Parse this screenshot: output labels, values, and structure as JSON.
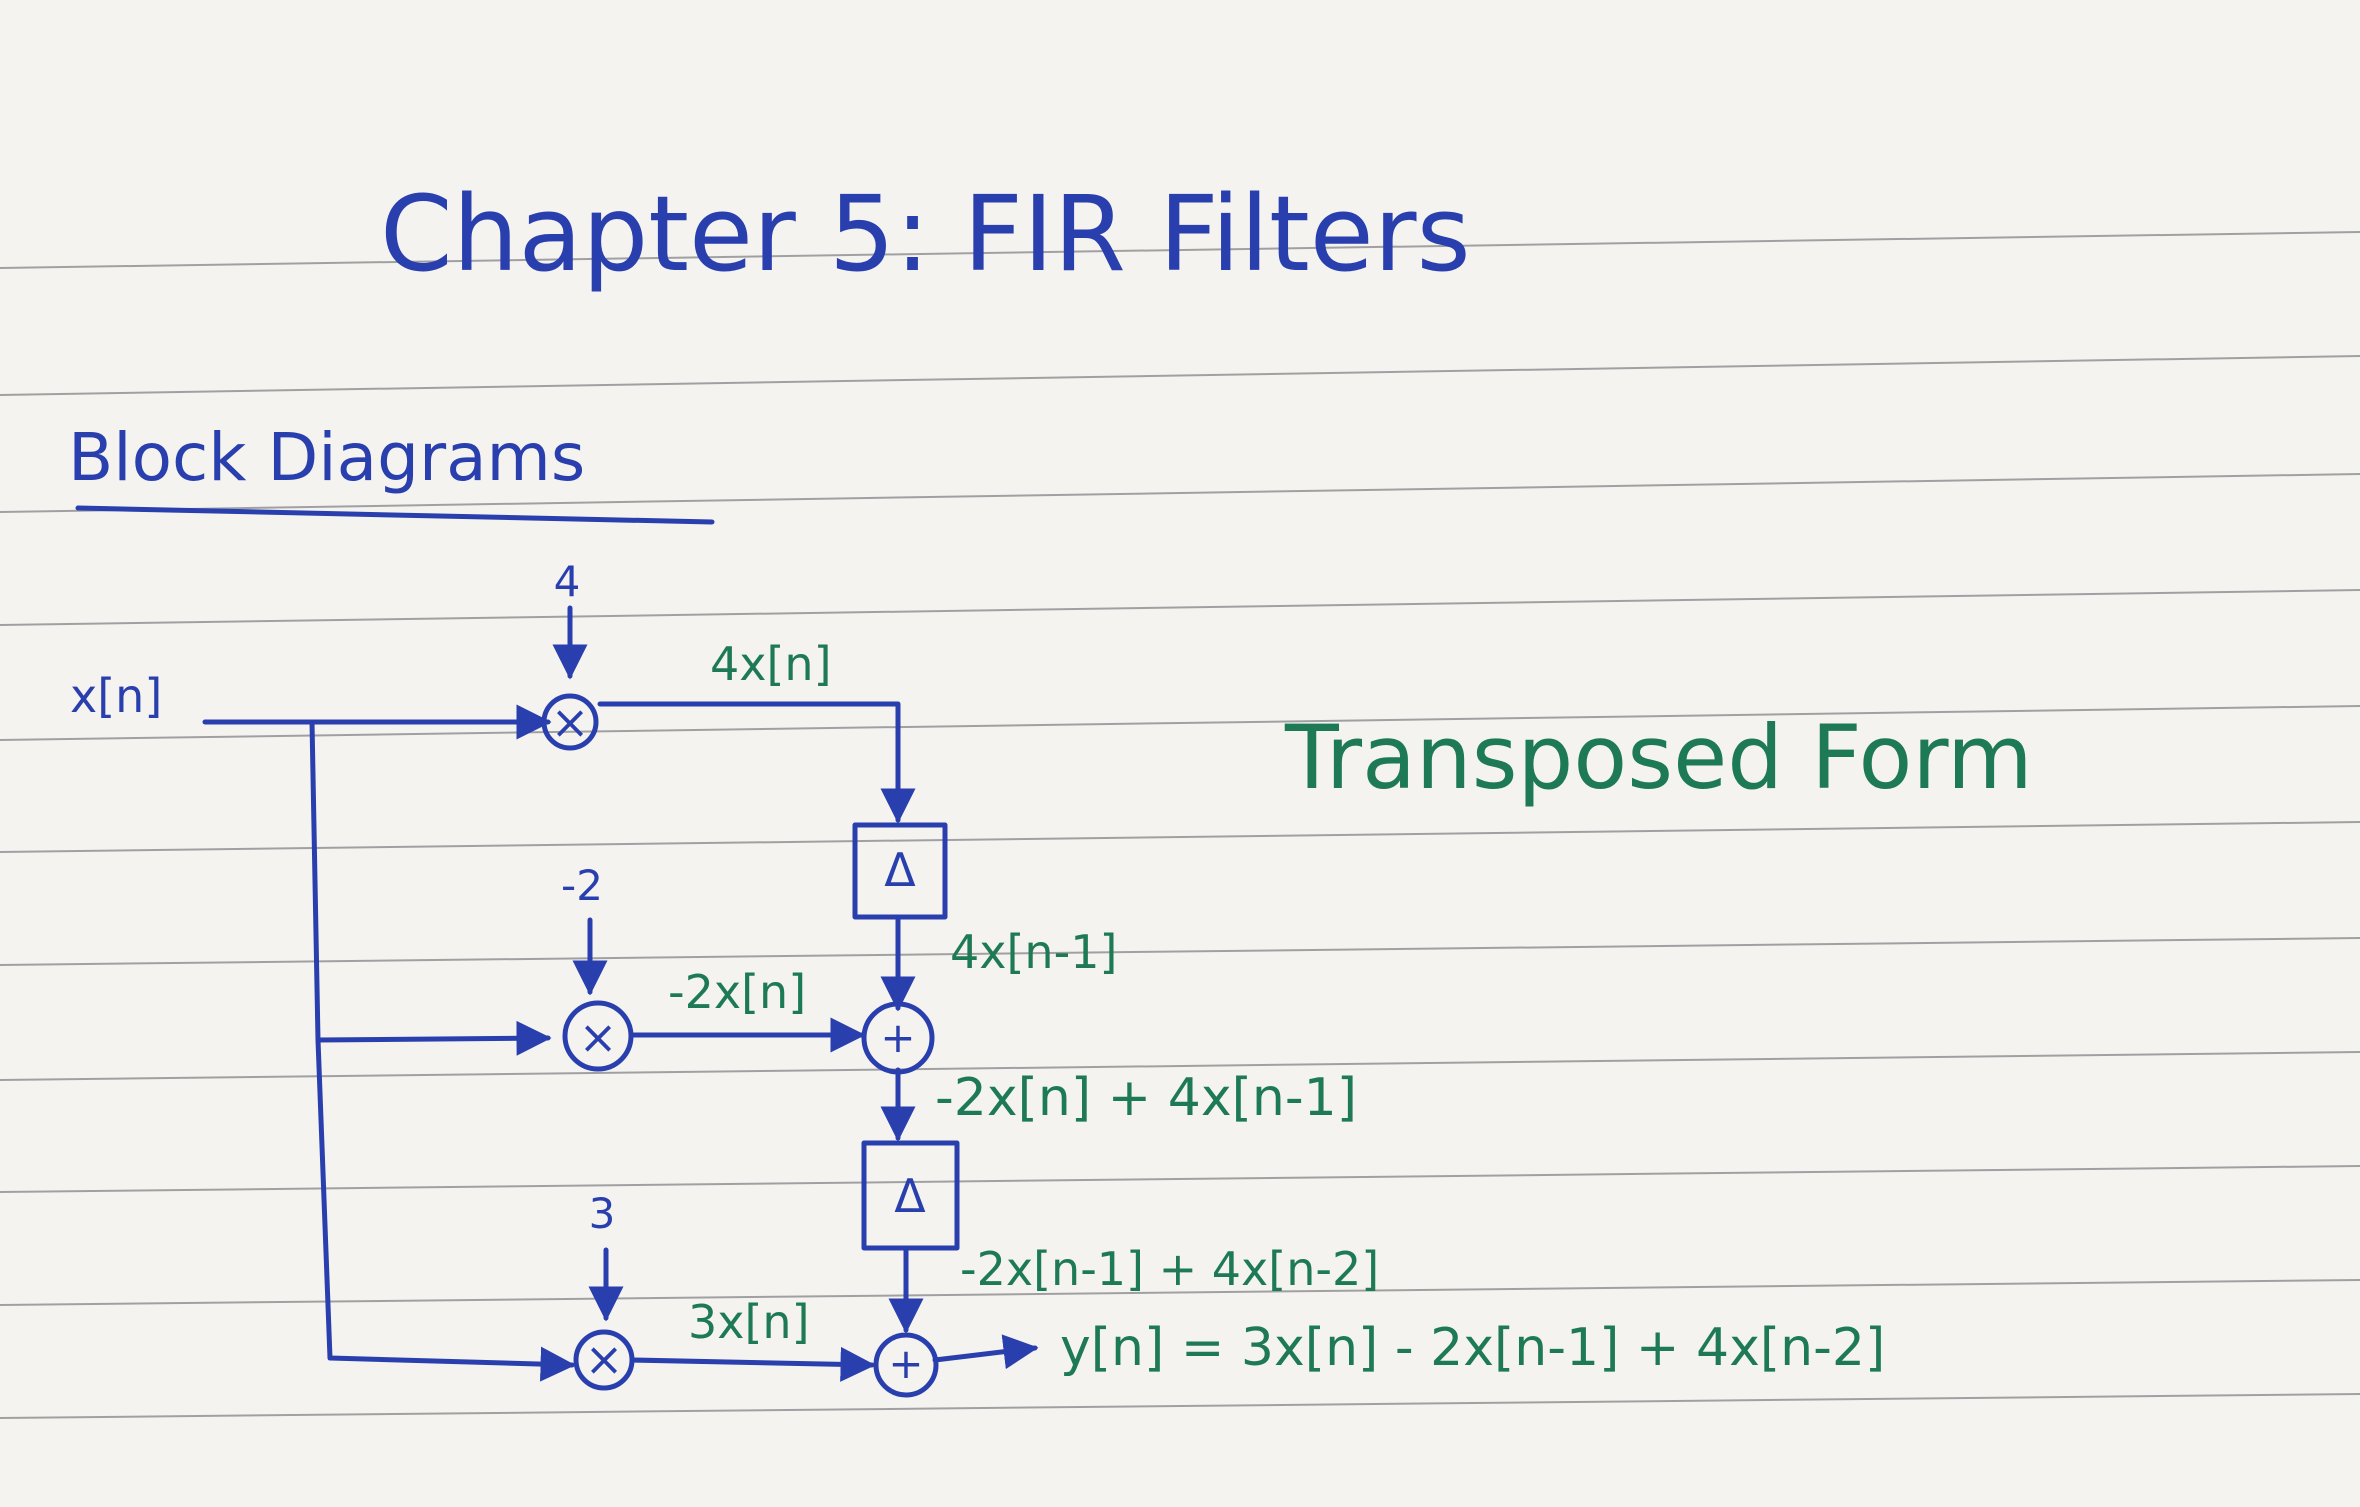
{
  "title": "Chapter 5: FIR Filters",
  "section_heading": "Block Diagrams",
  "form_label": "Transposed Form",
  "input_label": "x[n]",
  "output_label": "y[n] = 3x[n] - 2x[n-1] + 4x[n-2]",
  "coefficients": {
    "top": "4",
    "middle": "-2",
    "bottom": "3"
  },
  "signals": {
    "top_product": "4x[n]",
    "delay1_out": "4x[n-1]",
    "middle_product": "-2x[n]",
    "sum1_out": "-2x[n] + 4x[n-1]",
    "delay2_out": "-2x[n-1] + 4x[n-2]",
    "bottom_product": "3x[n]"
  },
  "blocks": {
    "delay_symbol": "Δ",
    "multiplier_symbol": "×",
    "adder_symbol": "+"
  },
  "colors": {
    "blue_ink": "#2a3fae",
    "green_ink": "#1e7a55",
    "paper": "#f4f3f0",
    "rule_lines": "#5c5e66"
  }
}
